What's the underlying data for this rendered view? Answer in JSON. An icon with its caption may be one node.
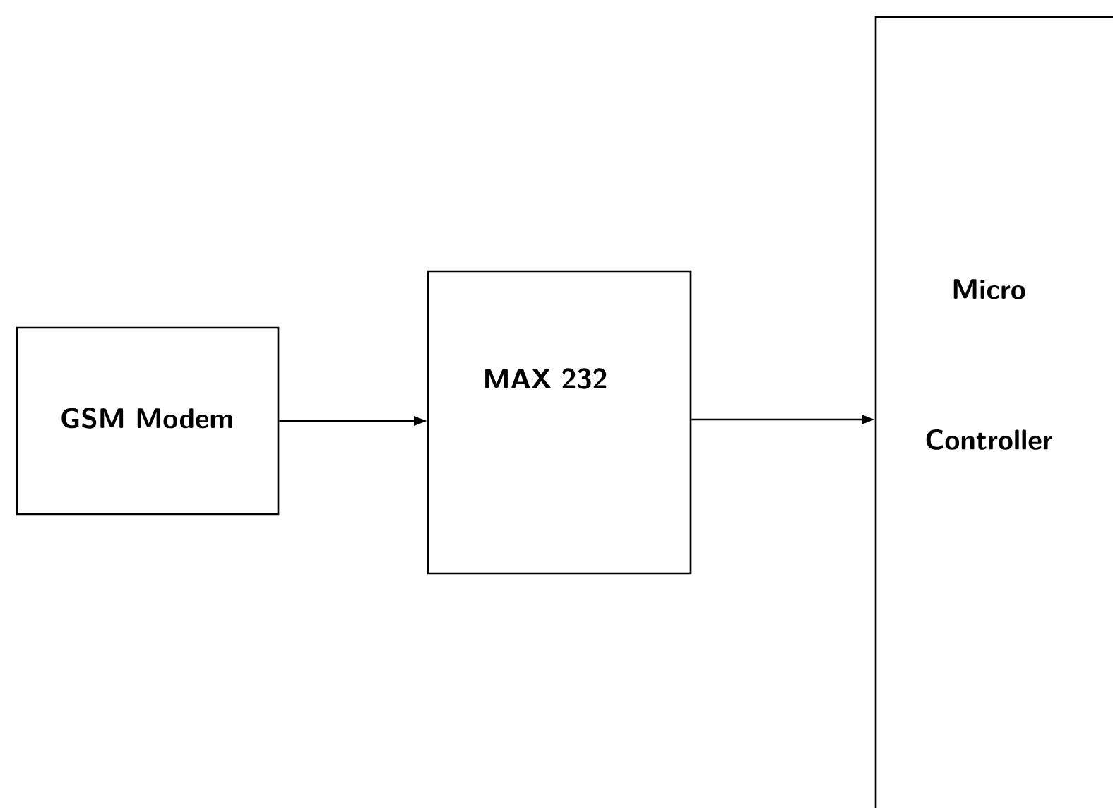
{
  "diagram": {
    "nodes": [
      {
        "text": [
          "GSM Modem"
        ]
      },
      {
        "text": [
          "MAX 232"
        ]
      },
      {
        "text": [
          "Micro Controller"
        ]
      }
    ],
    "edges": [
      {
        "from": 0,
        "to": 1,
        "arrow": "to"
      },
      {
        "from": 1,
        "to": 2,
        "arrow": "to"
      }
    ]
  }
}
